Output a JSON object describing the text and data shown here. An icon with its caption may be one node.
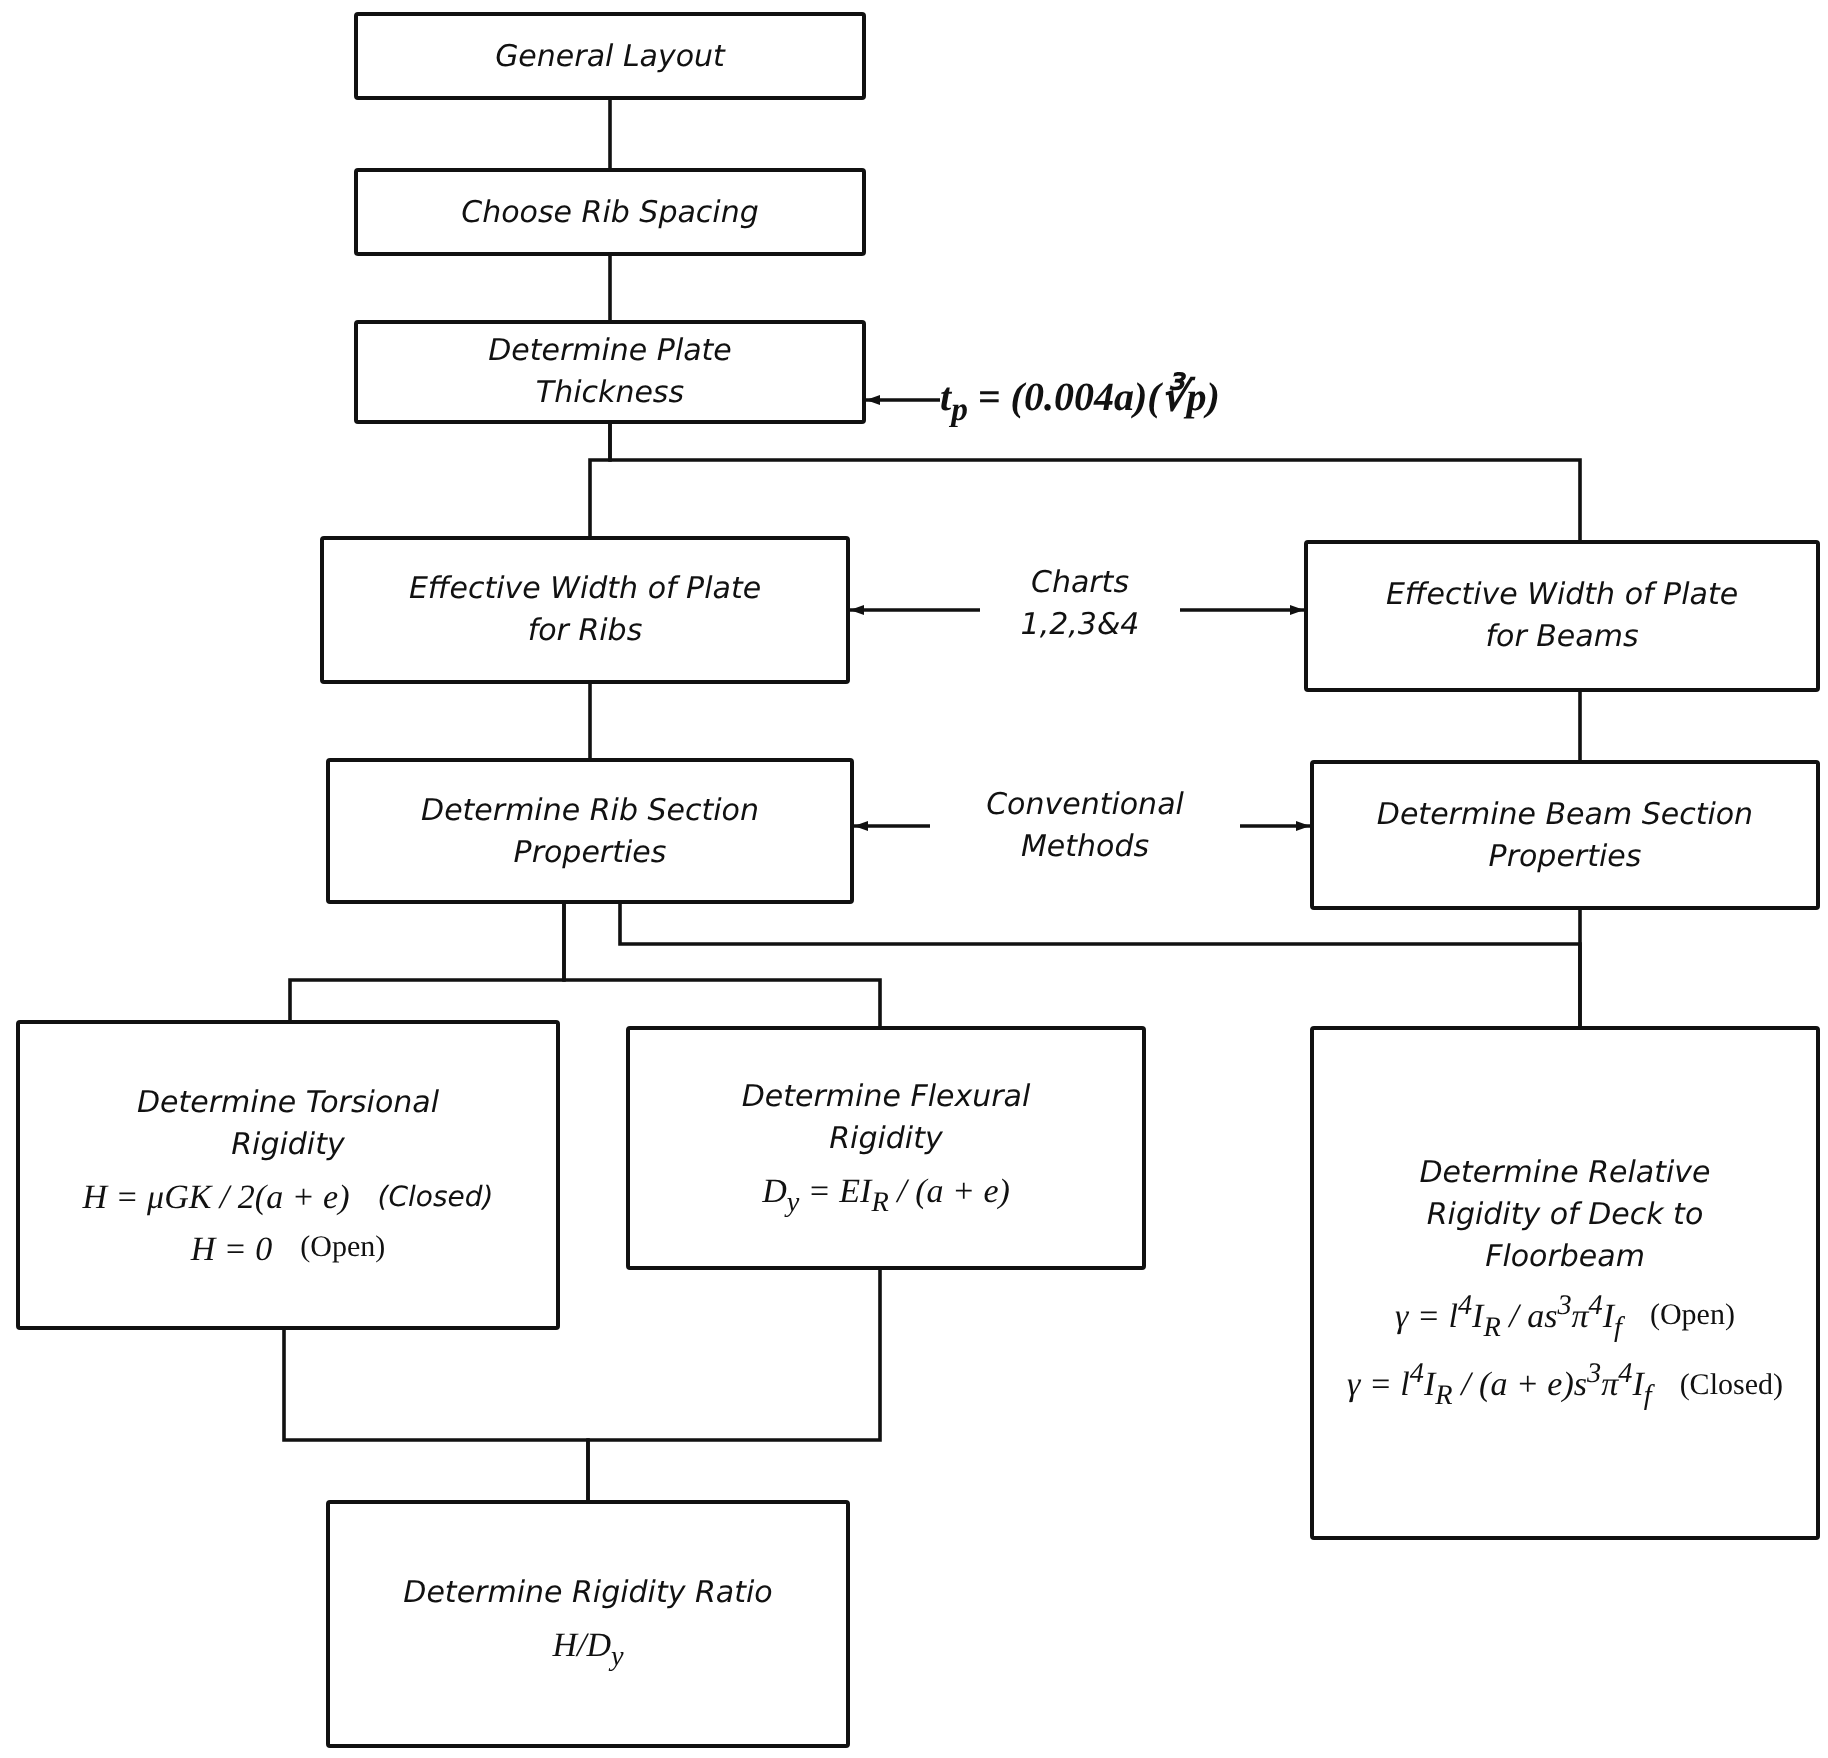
{
  "diagram": {
    "nodes": [
      {
        "text": [
          "General Layout"
        ]
      },
      {
        "text": [
          "Choose Rib Spacing"
        ]
      },
      {
        "text": [
          "Determine Plate Thickness"
        ]
      },
      {
        "text": [
          "t$_{p}$ = (0.004a)(∛p)"
        ]
      },
      {
        "text": [
          "Effective Width of Plate for Ribs"
        ]
      },
      {
        "text": [
          "Charts 1,2,3&4"
        ]
      },
      {
        "text": [
          "Effective Width of Plate for Beams"
        ]
      },
      {
        "text": [
          "Determine Rib Section Properties"
        ]
      },
      {
        "text": [
          "Conventional Methods"
        ]
      },
      {
        "text": [
          "Determine Beam Section Properties"
        ]
      },
      {
        "text": [
          "Determine Torsional Rigidity",
          "H = μGK / 2(a + e)",
          "(Closed)",
          "H = 0",
          "(Open)"
        ]
      },
      {
        "text": [
          "Determine Flexural Rigidity",
          "D$_{y}$ = EI$_{R}$ / (a + e)"
        ]
      },
      {
        "text": [
          "Determine Relative Rigidity of Deck to Floorbeam",
          "γ = l$^{4}$I$_{R}$ / as$^{3}$π$^{4}$I$_{f}$",
          "(Open)",
          "γ = l$^{4}$I$_{R}$ / (a + e)s$^{3}$π$^{4}$I$_{f}$",
          "(Closed)"
        ]
      },
      {
        "text": [
          "Determine Rigidity Ratio",
          "H/D$_{y}$"
        ]
      }
    ],
    "edges": [
      {
        "from": 0,
        "to": 1,
        "arrow": "none"
      },
      {
        "from": 1,
        "to": 2,
        "arrow": "none"
      },
      {
        "from": 3,
        "to": 2,
        "arrow": "to"
      },
      {
        "from": 2,
        "to": 4,
        "arrow": "none"
      },
      {
        "from": 2,
        "to": 6,
        "arrow": "none"
      },
      {
        "from": 5,
        "to": 4,
        "arrow": "to"
      },
      {
        "from": 5,
        "to": 6,
        "arrow": "to"
      },
      {
        "from": 4,
        "to": 7,
        "arrow": "none"
      },
      {
        "from": 6,
        "to": 9,
        "arrow": "none"
      },
      {
        "from": 8,
        "to": 7,
        "arrow": "to"
      },
      {
        "from": 8,
        "to": 9,
        "arrow": "to"
      },
      {
        "from": 7,
        "to": 10,
        "arrow": "none"
      },
      {
        "from": 7,
        "to": 11,
        "arrow": "none"
      },
      {
        "from": 7,
        "to": 12,
        "arrow": "none"
      },
      {
        "from": 9,
        "to": 12,
        "arrow": "none"
      },
      {
        "from": 10,
        "to": 13,
        "arrow": "none"
      },
      {
        "from": 11,
        "to": 13,
        "arrow": "none"
      }
    ]
  }
}
